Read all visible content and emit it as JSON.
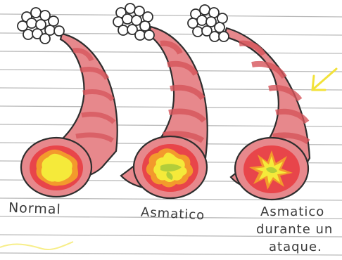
{
  "labels": {
    "normal": "Normal",
    "asthmatic": "Asmatico",
    "attack_line1": "Asmatico",
    "attack_line2": "durante un",
    "attack_line3": "ataque."
  },
  "colors": {
    "paper": "#ffffff",
    "ruled_line": "#b9b9b9",
    "airway_wall": "#e7888c",
    "airway_band": "#d6555b",
    "airway_outline": "#2e2e2e",
    "lumen_ring": "#e8454a",
    "lumen_core": "#f5ea3a",
    "lumen_orange": "#f39a2c",
    "mucus_green": "#a7c93a",
    "arrow": "#f2e23a"
  },
  "icons": [
    "alveoli-cluster-icon",
    "airway-tube",
    "arrow-icon"
  ]
}
